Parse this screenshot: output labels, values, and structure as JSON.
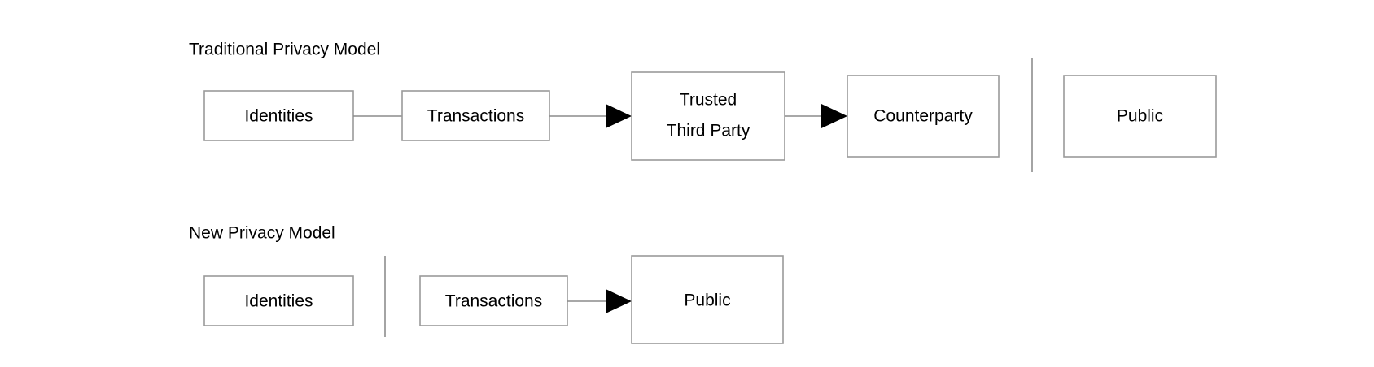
{
  "diagram": {
    "title_row1": "Traditional Privacy Model",
    "title_row2": "New Privacy Model",
    "colors": {
      "background": "#ffffff",
      "box_stroke": "#9a9a9a",
      "text": "#000000",
      "connector": "#8c8c8c",
      "arrow": "#000000",
      "divider": "#9a9a9a"
    },
    "rows": [
      {
        "name": "traditional-privacy-model",
        "title": "Traditional Privacy Model",
        "nodes": [
          {
            "id": "identities-1",
            "label": "Identities",
            "label_line1": "Identities",
            "label_line2": ""
          },
          {
            "id": "transactions-1",
            "label": "Transactions",
            "label_line1": "Transactions",
            "label_line2": ""
          },
          {
            "id": "trusted-third-party",
            "label": "Trusted Third Party",
            "label_line1": "Trusted",
            "label_line2": "Third Party"
          },
          {
            "id": "counterparty",
            "label": "Counterparty",
            "label_line1": "Counterparty",
            "label_line2": ""
          },
          {
            "id": "public-1",
            "label": "Public",
            "label_line1": "Public",
            "label_line2": ""
          }
        ],
        "connectors": [
          {
            "from": "identities-1",
            "to": "transactions-1",
            "arrow": false
          },
          {
            "from": "transactions-1",
            "to": "trusted-third-party",
            "arrow": true
          },
          {
            "from": "trusted-third-party",
            "to": "counterparty",
            "arrow": true
          }
        ],
        "divider_after": "counterparty"
      },
      {
        "name": "new-privacy-model",
        "title": "New Privacy Model",
        "nodes": [
          {
            "id": "identities-2",
            "label": "Identities",
            "label_line1": "Identities",
            "label_line2": ""
          },
          {
            "id": "transactions-2",
            "label": "Transactions",
            "label_line1": "Transactions",
            "label_line2": ""
          },
          {
            "id": "public-2",
            "label": "Public",
            "label_line1": "Public",
            "label_line2": ""
          }
        ],
        "connectors": [
          {
            "from": "transactions-2",
            "to": "public-2",
            "arrow": true
          }
        ],
        "divider_after": "identities-2"
      }
    ]
  }
}
